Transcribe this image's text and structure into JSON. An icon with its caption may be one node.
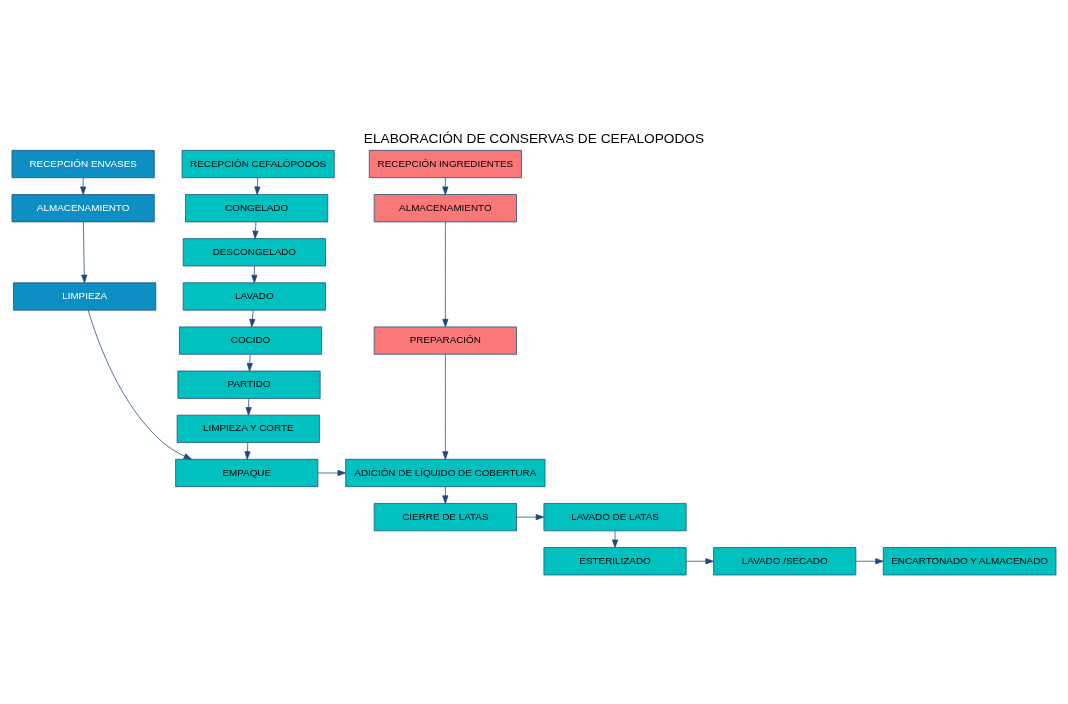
{
  "diagram": {
    "title": "ELABORACIÓN DE CONSERVAS DE CEFALOPODOS",
    "nodes": [
      {
        "text": [
          "RECEPCIÓN ENVASES"
        ]
      },
      {
        "text": [
          "ALMACENAMIENTO"
        ]
      },
      {
        "text": [
          "LIMPIEZA"
        ]
      },
      {
        "text": [
          "RECEPCIÓN CEFALÓPODOS"
        ]
      },
      {
        "text": [
          "CONGELADO"
        ]
      },
      {
        "text": [
          "DESCONGELADO"
        ]
      },
      {
        "text": [
          "LAVADO"
        ]
      },
      {
        "text": [
          "COCIDO"
        ]
      },
      {
        "text": [
          "PARTIDO"
        ]
      },
      {
        "text": [
          "LIMPIEZA Y CORTE"
        ]
      },
      {
        "text": [
          "EMPAQUE"
        ]
      },
      {
        "text": [
          "RECEPCIÓN INGREDIENTES"
        ]
      },
      {
        "text": [
          "ALMACENAMIENTO"
        ]
      },
      {
        "text": [
          "PREPARACIÓN"
        ]
      },
      {
        "text": [
          "ADICIÓN DE LÍQUIDO DE COBERTURA"
        ]
      },
      {
        "text": [
          "CIERRE DE LATAS"
        ]
      },
      {
        "text": [
          "LAVADO DE LATAS"
        ]
      },
      {
        "text": [
          "ESTERILIZADO"
        ]
      },
      {
        "text": [
          "LAVADO /SECADO"
        ]
      },
      {
        "text": [
          "ENCARTONADO Y ALMACENADO"
        ]
      }
    ],
    "edges": [
      {
        "from": 0,
        "to": 1,
        "arrow": "to"
      },
      {
        "from": 1,
        "to": 2,
        "arrow": "to"
      },
      {
        "from": 2,
        "to": 10,
        "arrow": "to"
      },
      {
        "from": 3,
        "to": 4,
        "arrow": "to"
      },
      {
        "from": 4,
        "to": 5,
        "arrow": "to"
      },
      {
        "from": 5,
        "to": 6,
        "arrow": "to"
      },
      {
        "from": 6,
        "to": 7,
        "arrow": "to"
      },
      {
        "from": 7,
        "to": 8,
        "arrow": "to"
      },
      {
        "from": 8,
        "to": 9,
        "arrow": "to"
      },
      {
        "from": 9,
        "to": 10,
        "arrow": "to"
      },
      {
        "from": 11,
        "to": 12,
        "arrow": "to"
      },
      {
        "from": 12,
        "to": 13,
        "arrow": "to"
      },
      {
        "from": 13,
        "to": 14,
        "arrow": "to"
      },
      {
        "from": 10,
        "to": 14,
        "arrow": "to"
      },
      {
        "from": 14,
        "to": 15,
        "arrow": "to"
      },
      {
        "from": 15,
        "to": 16,
        "arrow": "to"
      },
      {
        "from": 16,
        "to": 17,
        "arrow": "to"
      },
      {
        "from": 17,
        "to": 18,
        "arrow": "to"
      },
      {
        "from": 18,
        "to": 19,
        "arrow": "to"
      }
    ]
  }
}
